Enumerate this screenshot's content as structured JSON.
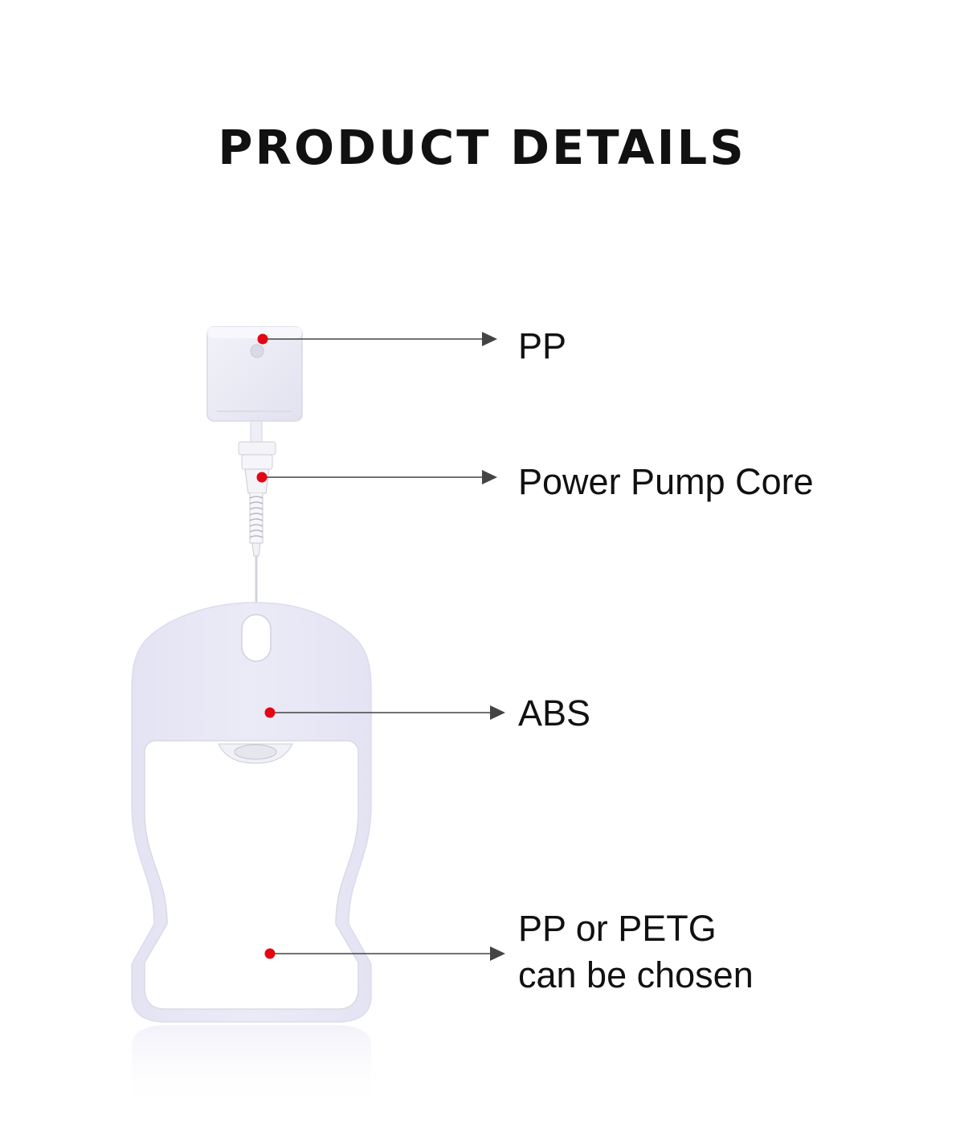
{
  "title": "PRODUCT DETAILS",
  "callouts": {
    "cap": "PP",
    "pump": "Power Pump Core",
    "case": "ABS",
    "body": {
      "line1": "PP or PETG",
      "line2": "can be chosen"
    }
  },
  "colors": {
    "marker": "#e30613",
    "leader_line": "#444444",
    "case_fill": "#e8e8f6",
    "text": "#111111"
  }
}
